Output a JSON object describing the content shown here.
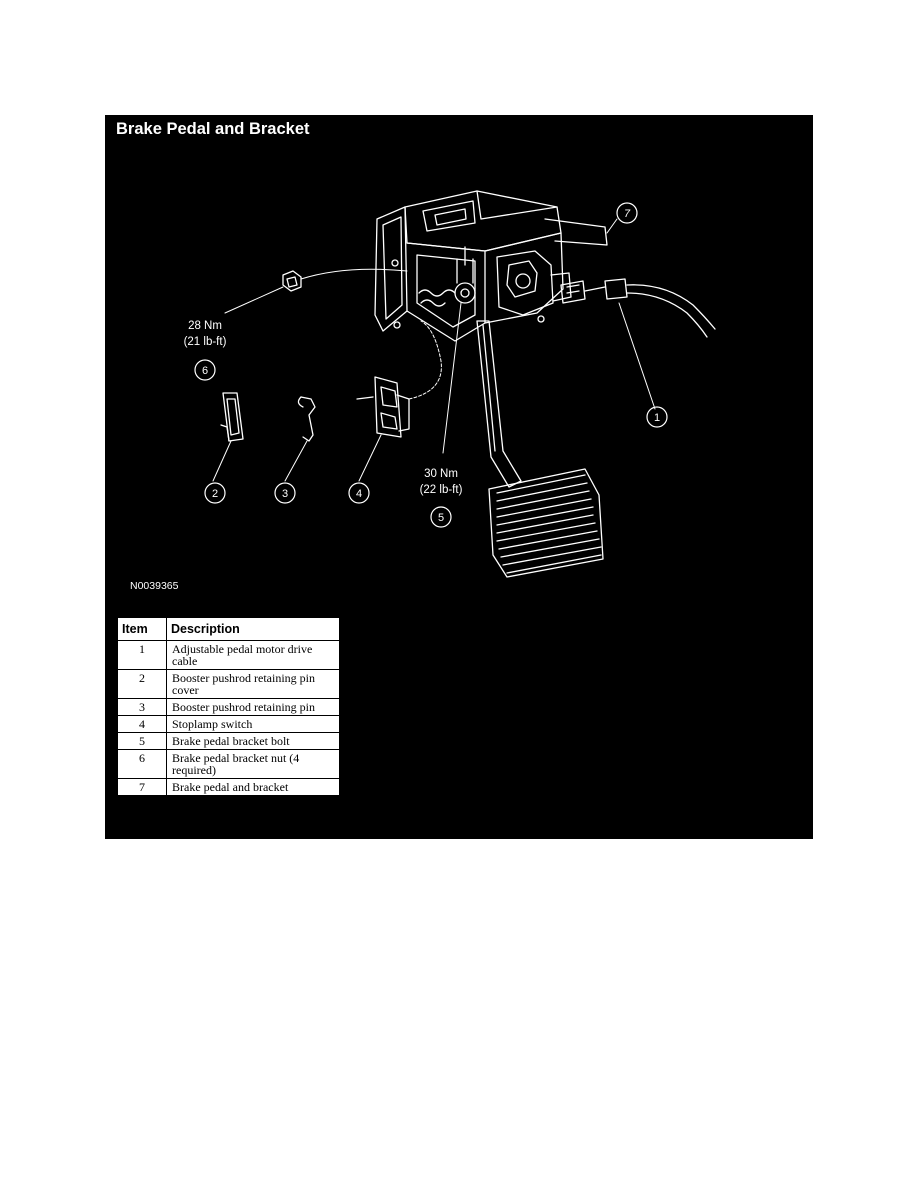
{
  "figure": {
    "title": "Brake Pedal and Bracket",
    "figure_id": "N0039365",
    "torques": [
      {
        "item": "6",
        "nm": "28 Nm",
        "lbft": "(21 lb-ft)"
      },
      {
        "item": "5",
        "nm": "30 Nm",
        "lbft": "(22 lb-ft)"
      }
    ],
    "callouts": [
      "1",
      "2",
      "3",
      "4",
      "5",
      "6",
      "7"
    ]
  },
  "legend": {
    "headers": {
      "item": "Item",
      "description": "Description"
    },
    "rows": [
      {
        "item": "1",
        "description": "Adjustable pedal motor drive cable"
      },
      {
        "item": "2",
        "description": "Booster pushrod retaining pin cover"
      },
      {
        "item": "3",
        "description": "Booster pushrod retaining pin"
      },
      {
        "item": "4",
        "description": "Stoplamp switch"
      },
      {
        "item": "5",
        "description": "Brake pedal bracket bolt"
      },
      {
        "item": "6",
        "description": "Brake pedal bracket nut (4 required)"
      },
      {
        "item": "7",
        "description": "Brake pedal and bracket"
      }
    ]
  },
  "colors": {
    "panel_background": "#000000",
    "line_art": "#ffffff",
    "table_background": "#ffffff"
  }
}
